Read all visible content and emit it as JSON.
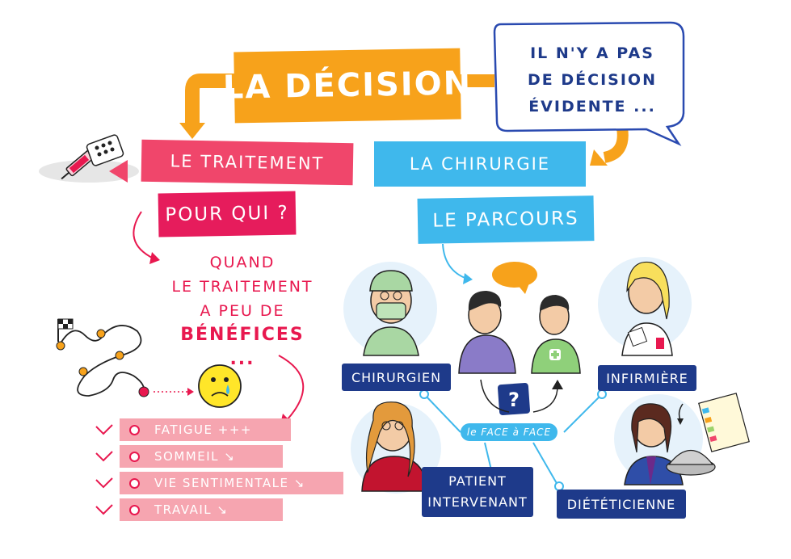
{
  "title": "LA DÉCISION",
  "speech_bubble": {
    "lines": [
      "IL N'Y A PAS",
      "DE DÉCISION",
      "ÉVIDENTE ..."
    ]
  },
  "left_branch": {
    "header": "LE TRAITEMENT",
    "question": "POUR QUI ?",
    "answer_lines": [
      "QUAND",
      "LE TRAITEMENT",
      "A PEU DE",
      "BÉNÉFICES ..."
    ],
    "items": [
      {
        "label": "FATIGUE +++"
      },
      {
        "label": "SOMMEIL ↘"
      },
      {
        "label": "VIE SENTIMENTALE ↘"
      },
      {
        "label": "TRAVAIL ↘"
      }
    ]
  },
  "right_branch": {
    "header": "LA CHIRURGIE",
    "subheader": "LE PARCOURS",
    "center_label": "le FACE à FACE",
    "question_mark": "?",
    "roles": {
      "chirurgien": "CHIRURGIEN",
      "infirmiere": "INFIRMIÈRE",
      "patient_line1": "PATIENT",
      "patient_line2": "INTERVENANT",
      "dieteticienne": "DIÉTÉTICIENNE"
    }
  },
  "colors": {
    "orange": "#f7a21b",
    "pink": "#f0466b",
    "light_blue": "#3fb8ec",
    "navy": "#1e3a8a",
    "pale_pink": "#f6a5b0",
    "accent_pink": "#e8184f"
  }
}
